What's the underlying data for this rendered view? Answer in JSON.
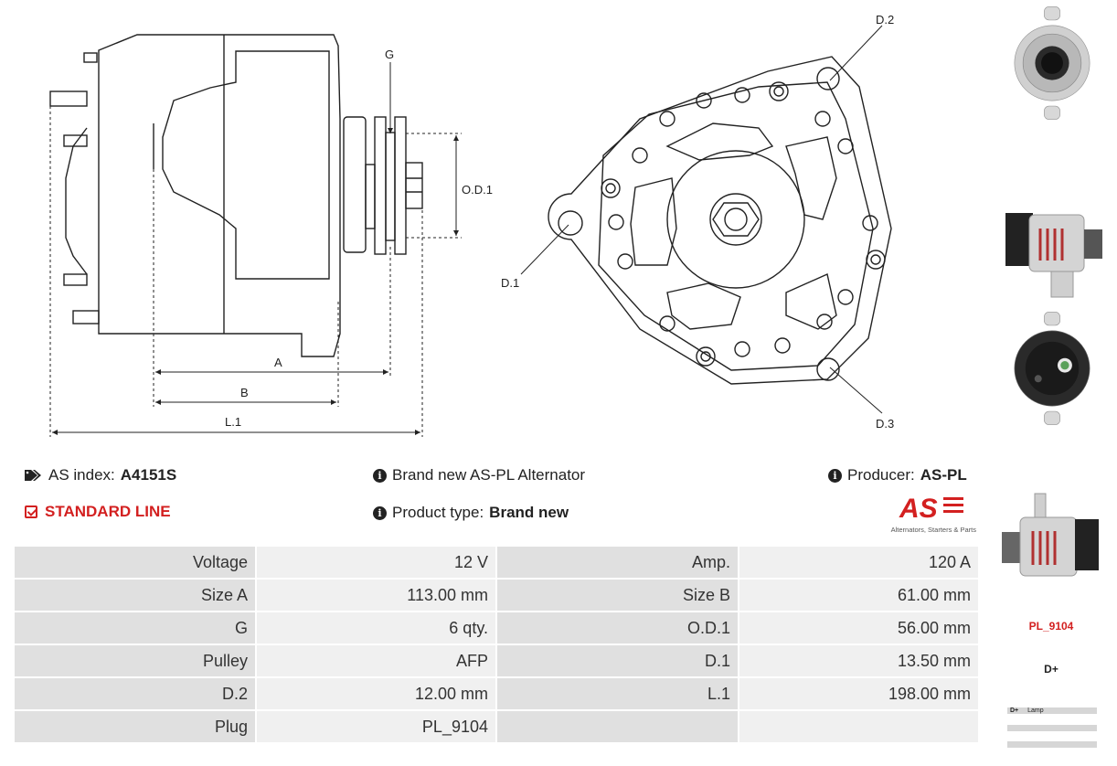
{
  "drawing_labels": {
    "g": "G",
    "od1": "O.D.1",
    "a": "A",
    "b": "B",
    "l1": "L.1",
    "d1": "D.1",
    "d2": "D.2",
    "d3": "D.3"
  },
  "as_index": {
    "label": "AS index:",
    "value": "A4151S"
  },
  "standard_line": "STANDARD LINE",
  "brand_new": "Brand new AS-PL Alternator",
  "product_type": {
    "label": "Product type:",
    "value": "Brand new"
  },
  "producer": {
    "label": "Producer:",
    "value": "AS-PL"
  },
  "logo": {
    "mark": "AS",
    "tagline": "Alternators, Starters & Parts"
  },
  "specs": [
    {
      "k1": "Voltage",
      "v1": "12 V",
      "k2": "Amp.",
      "v2": "120 A"
    },
    {
      "k1": "Size A",
      "v1": "113.00 mm",
      "k2": "Size B",
      "v2": "61.00 mm"
    },
    {
      "k1": "G",
      "v1": "6 qty.",
      "k2": "O.D.1",
      "v2": "56.00 mm"
    },
    {
      "k1": "Pulley",
      "v1": "AFP",
      "k2": "D.1",
      "v2": "13.50 mm"
    },
    {
      "k1": "D.2",
      "v1": "12.00 mm",
      "k2": "L.1",
      "v2": "198.00 mm"
    },
    {
      "k1": "Plug",
      "v1": "PL_9104",
      "k2": "",
      "v2": ""
    }
  ],
  "plug_code": "PL_9104",
  "terminal": "D+",
  "terminal_table": {
    "pin": "D+",
    "desc": "Lamp"
  },
  "colors": {
    "accent": "#d32020",
    "key_cell": "#e0e0e0",
    "value_cell": "#f0f0f0"
  }
}
